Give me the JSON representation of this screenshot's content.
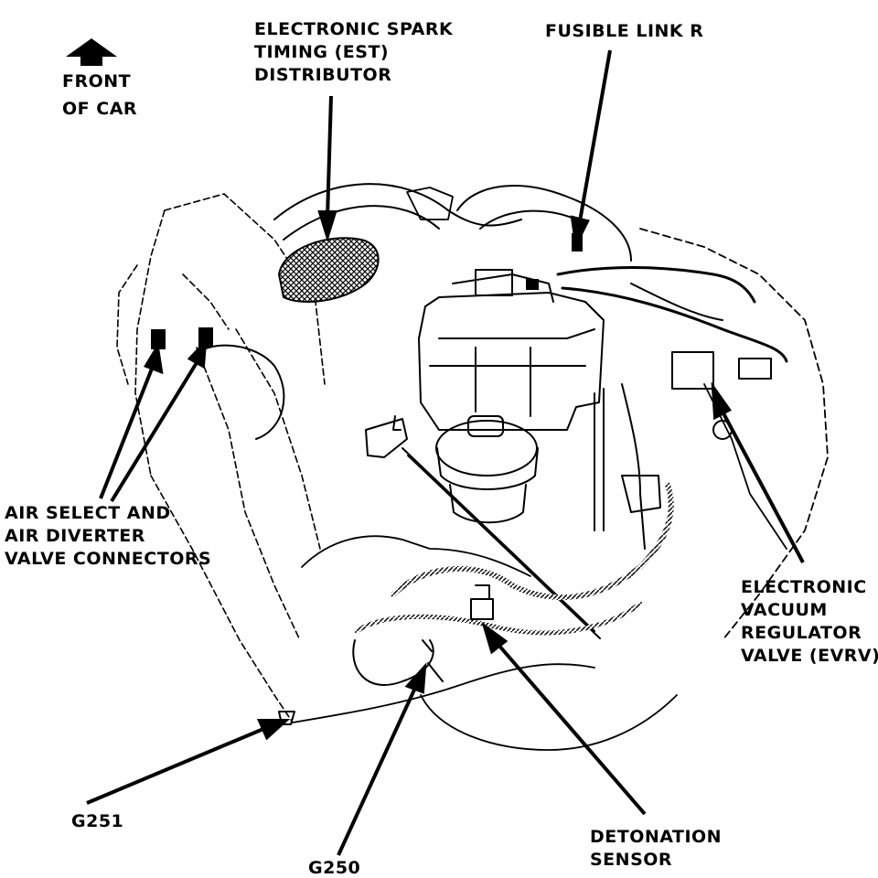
{
  "orientation": {
    "lines": [
      "FRONT",
      "OF CAR"
    ]
  },
  "labels": {
    "distributor": [
      "ELECTRONIC SPARK",
      "TIMING (EST)",
      "DISTRIBUTOR"
    ],
    "fusible_link": [
      "FUSIBLE LINK R"
    ],
    "air_valves": [
      "AIR SELECT AND",
      "AIR DIVERTER",
      "VALVE CONNECTORS"
    ],
    "evrv": [
      "ELECTRONIC",
      "VACUUM",
      "REGULATOR",
      "VALVE (EVRV)"
    ],
    "g251": [
      "G251"
    ],
    "g250": [
      "G250"
    ],
    "detonation": [
      "DETONATION",
      "SENSOR"
    ]
  },
  "colors": {
    "ink": "#000000",
    "paper": "#ffffff"
  },
  "icons": {
    "front_arrow": "arrow-up-icon"
  }
}
